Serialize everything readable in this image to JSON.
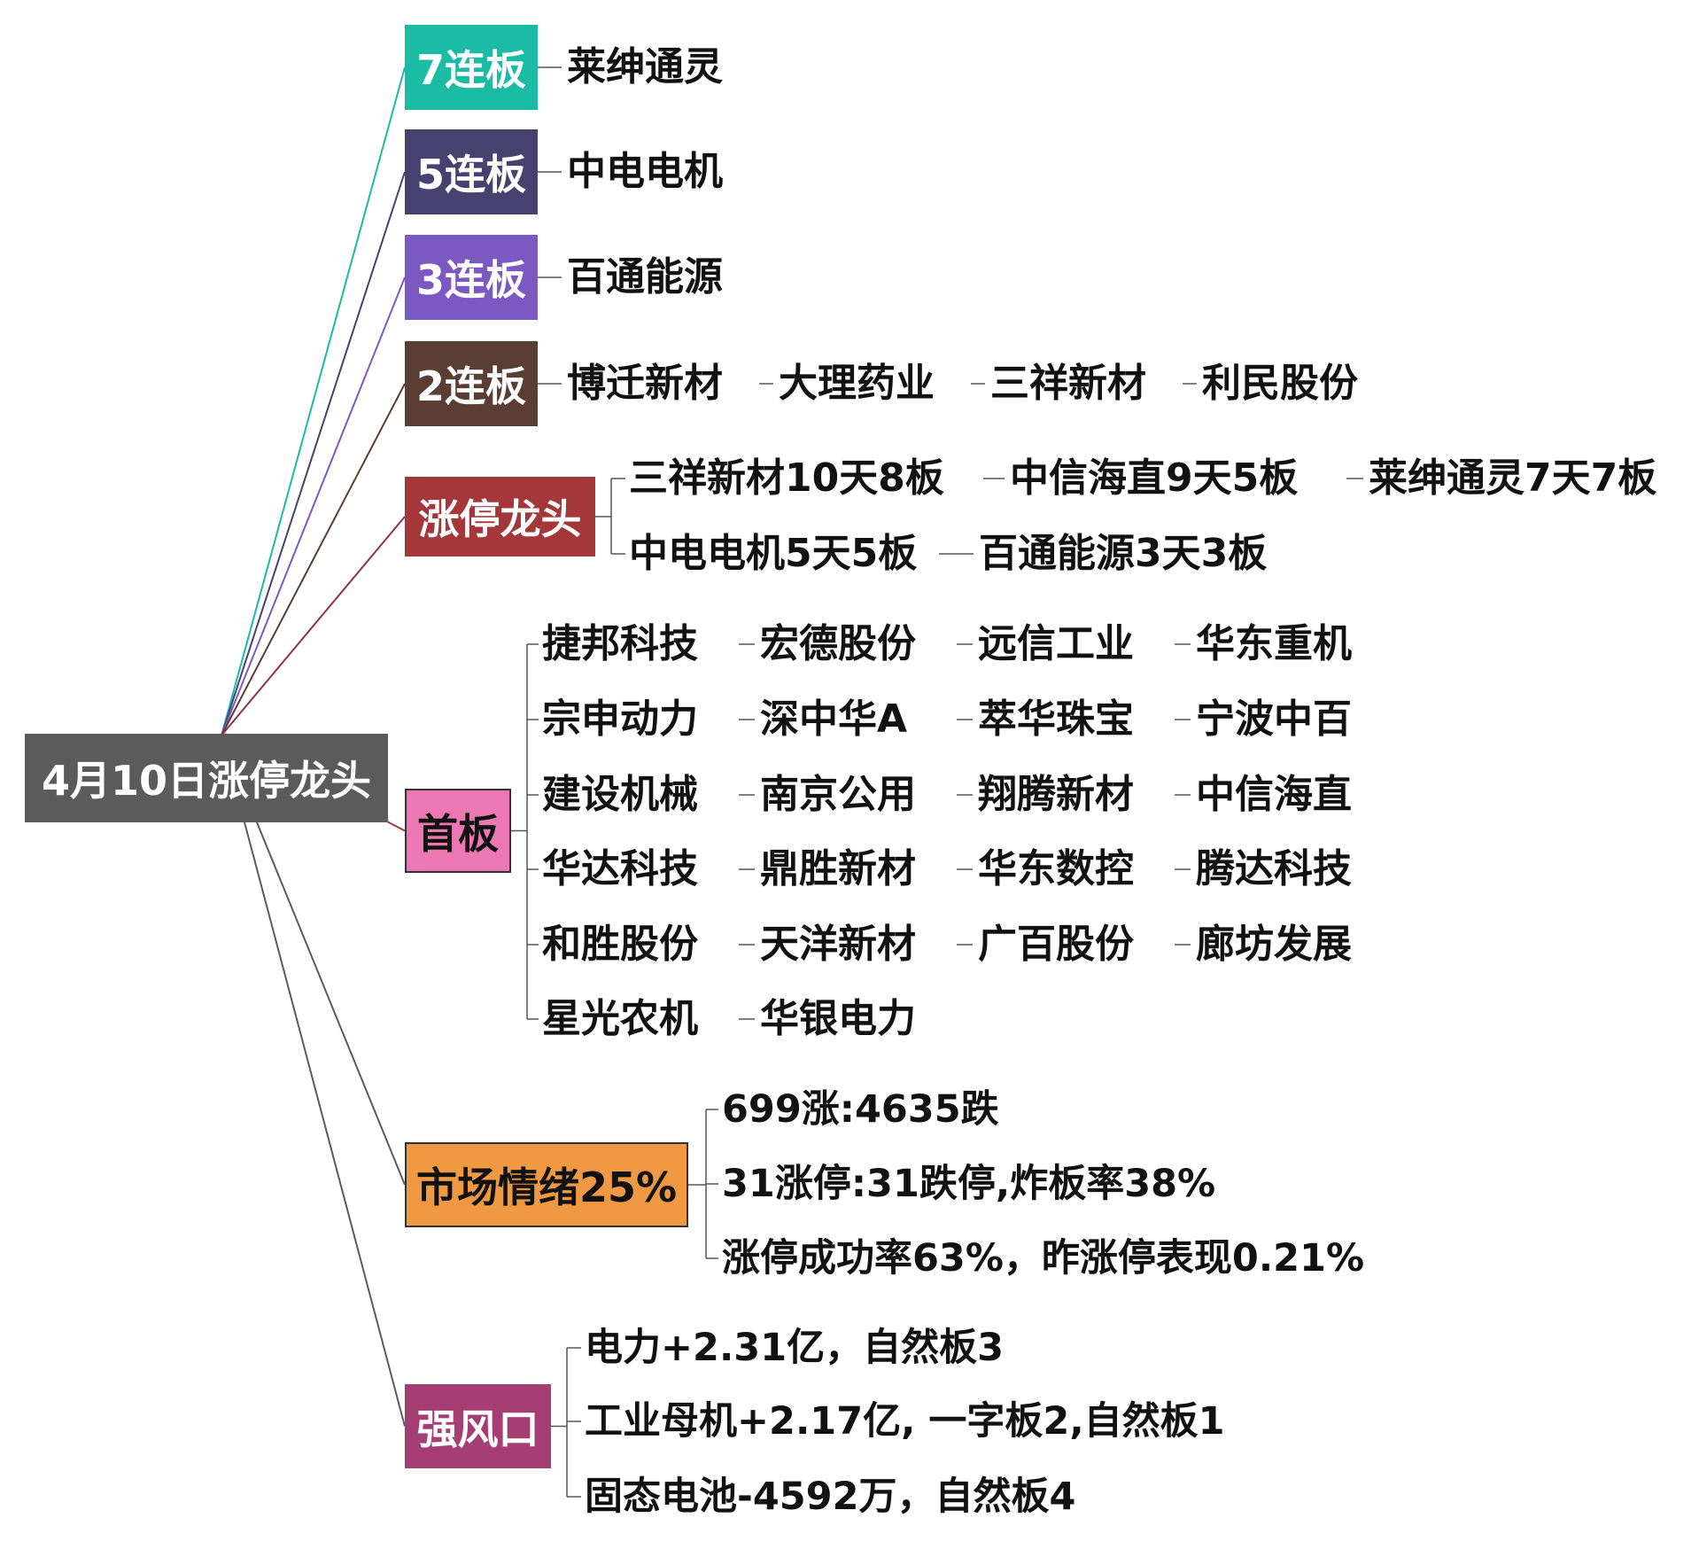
{
  "root": {
    "label": "4月10日涨停龙头"
  },
  "branches": [
    {
      "id": "b7",
      "label": "7连板",
      "bg": "#1bbba4",
      "fg": "#ffffff",
      "line": "#1bbba4",
      "rows": [
        [
          "莱绅通灵"
        ]
      ]
    },
    {
      "id": "b5",
      "label": "5连板",
      "bg": "#46416f",
      "fg": "#ffffff",
      "line": "#46416f",
      "rows": [
        [
          "中电电机"
        ]
      ]
    },
    {
      "id": "b3",
      "label": "3连板",
      "bg": "#7b59c2",
      "fg": "#ffffff",
      "line": "#7b59c2",
      "rows": [
        [
          "百通能源"
        ]
      ]
    },
    {
      "id": "b2",
      "label": "2连板",
      "bg": "#5a3e34",
      "fg": "#ffffff",
      "line": "#5a3e34",
      "rows": [
        [
          "博迁新材",
          "大理药业",
          "三祥新材",
          "利民股份"
        ]
      ]
    },
    {
      "id": "lead",
      "label": "涨停龙头",
      "bg": "#a3373a",
      "fg": "#ffffff",
      "line": "#8d3050",
      "rows": [
        [
          "三祥新材10天8板",
          "中信海直9天5板",
          "莱绅通灵7天7板"
        ],
        [
          "中电电机5天5板",
          "百通能源3天3板"
        ]
      ]
    },
    {
      "id": "first",
      "label": "首板",
      "bg": "#ec78b3",
      "fg": "#111111",
      "line": "#a3373a",
      "rows": [
        [
          "捷邦科技",
          "宏德股份",
          "远信工业",
          "华东重机"
        ],
        [
          "宗申动力",
          "深中华A",
          "萃华珠宝",
          "宁波中百"
        ],
        [
          "建设机械",
          "南京公用",
          "翔腾新材",
          "中信海直"
        ],
        [
          "华达科技",
          "鼎胜新材",
          "华东数控",
          "腾达科技"
        ],
        [
          "和胜股份",
          "天洋新材",
          "广百股份",
          "廊坊发展"
        ],
        [
          "星光农机",
          "华银电力"
        ]
      ]
    },
    {
      "id": "mood",
      "label": "市场情绪25%",
      "bg": "#ef9a43",
      "fg": "#111111",
      "line": "#5b5b5b",
      "rows": [
        [
          "699涨:4635跌"
        ],
        [
          "31涨停:31跌停,炸板率38%"
        ],
        [
          "涨停成功率63%，昨涨停表现0.21%"
        ]
      ]
    },
    {
      "id": "wind",
      "label": "强风口",
      "bg": "#a43e73",
      "fg": "#ffffff",
      "line": "#5b5b5b",
      "rows": [
        [
          "电力+2.31亿，自然板3"
        ],
        [
          "工业母机+2.17亿, 一字板2,自然板1"
        ],
        [
          "固态电池-4592万，自然板4"
        ]
      ]
    }
  ]
}
